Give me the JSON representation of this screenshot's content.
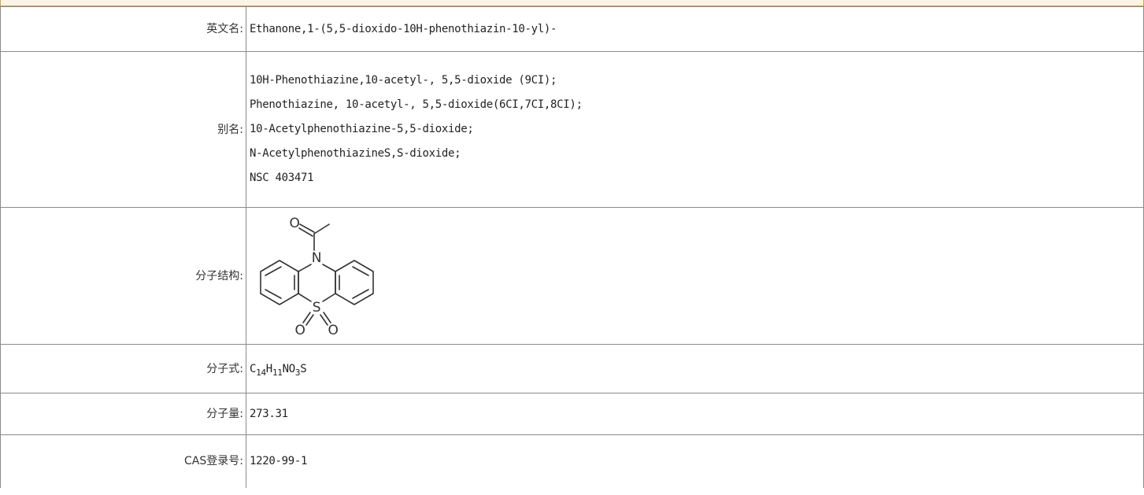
{
  "rows": {
    "english_name": {
      "label": "英文名:",
      "value": "Ethanone,1-(5,5-dioxido-10H-phenothiazin-10-yl)-"
    },
    "aliases": {
      "label": "别名:",
      "values": [
        "10H-Phenothiazine,10-acetyl-, 5,5-dioxide (9CI);",
        "Phenothiazine, 10-acetyl-, 5,5-dioxide(6CI,7CI,8CI);",
        "10-Acetylphenothiazine-5,5-dioxide;",
        "N-AcetylphenothiazineS,S-dioxide;",
        "NSC 403471"
      ]
    },
    "structure": {
      "label": "分子结构:",
      "atoms": {
        "carbonyl_o": "O",
        "nitrogen": "N",
        "sulfur": "S",
        "sulfone_o_left": "O",
        "sulfone_o_right": "O"
      }
    },
    "formula": {
      "label": "分子式:",
      "parts": [
        {
          "text": "C",
          "sub": "14"
        },
        {
          "text": "H",
          "sub": "11"
        },
        {
          "text": "NO",
          "sub": "3"
        },
        {
          "text": "S",
          "sub": ""
        }
      ]
    },
    "molecular_weight": {
      "label": "分子量:",
      "value": "273.31"
    },
    "cas": {
      "label": "CAS登录号:",
      "value": "1220-99-1"
    }
  },
  "colors": {
    "header_strip": "#fdf5dd",
    "border": "#8a8a8a",
    "text": "#222222"
  }
}
